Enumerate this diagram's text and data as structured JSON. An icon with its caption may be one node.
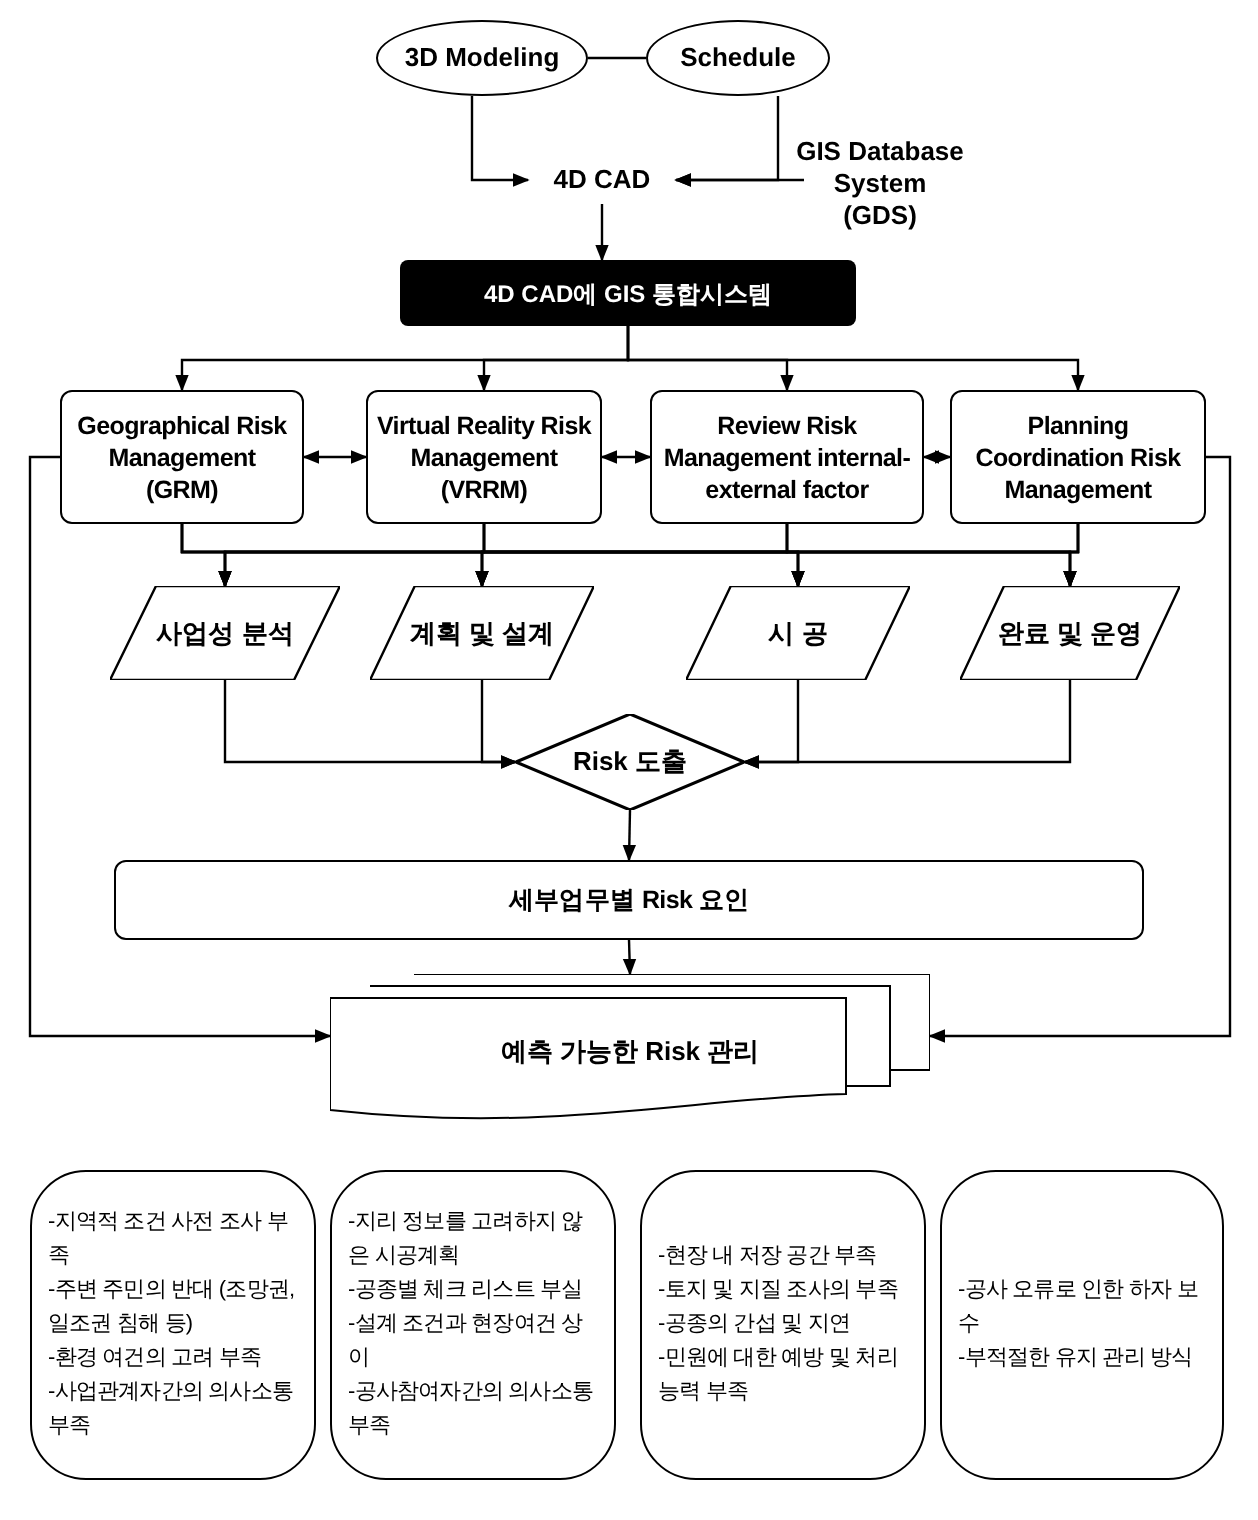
{
  "diagram": {
    "nodes": [
      {
        "text": [
          "3D Modeling"
        ]
      },
      {
        "text": [
          "Schedule"
        ]
      },
      {
        "text": [
          "4D CAD"
        ]
      },
      {
        "text": [
          "GIS Database System (GDS)"
        ]
      },
      {
        "text": [
          "4D CAD에 GIS 통합시스템"
        ]
      },
      {
        "text": [
          "Geographical Risk Management (GRM)"
        ]
      },
      {
        "text": [
          "Virtual Reality Risk Management (VRRM)"
        ]
      },
      {
        "text": [
          "Review Risk Management internal-external factor"
        ]
      },
      {
        "text": [
          "Planning Coordination Risk Management"
        ]
      },
      {
        "text": [
          "사업성 분석"
        ]
      },
      {
        "text": [
          "계획 및 설계"
        ]
      },
      {
        "text": [
          "시 공"
        ]
      },
      {
        "text": [
          "완료 및 운영"
        ]
      },
      {
        "text": [
          "Risk 도출"
        ]
      },
      {
        "text": [
          "세부업무별 Risk 요인"
        ]
      },
      {
        "text": [
          "예측 가능한 Risk 관리"
        ]
      },
      {
        "text": [
          "-지역적 조건 사전 조사 부족",
          "-주변 주민의 반대 (조망권,일조권 침해 등)",
          "-환경 여건의 고려 부족",
          "-사업관계자간의 의사소통 부족"
        ]
      },
      {
        "text": [
          "-지리 정보를 고려하지 않은 시공계획",
          "-공종별 체크 리스트 부실",
          "-설계 조건과 현장여건 상이",
          "-공사참여자간의 의사소통 부족"
        ]
      },
      {
        "text": [
          "-현장 내 저장 공간 부족",
          "-토지 및 지질 조사의 부족",
          "-공종의 간섭 및 지연",
          "-민원에 대한 예방 및 처리 능력 부족"
        ]
      },
      {
        "text": [
          "-공사 오류로 인한 하자 보수",
          "-부적절한 유지 관리 방식"
        ]
      }
    ],
    "edges": [
      {
        "from": 0,
        "to": 1,
        "arrow": "none"
      },
      {
        "from": 0,
        "to": 2,
        "arrow": "to"
      },
      {
        "from": 1,
        "to": 2,
        "arrow": "to"
      },
      {
        "from": 3,
        "to": 2,
        "arrow": "to"
      },
      {
        "from": 2,
        "to": 4,
        "arrow": "to"
      },
      {
        "from": 4,
        "to": 5,
        "arrow": "to"
      },
      {
        "from": 4,
        "to": 6,
        "arrow": "to"
      },
      {
        "from": 4,
        "to": 7,
        "arrow": "to"
      },
      {
        "from": 4,
        "to": 8,
        "arrow": "to"
      },
      {
        "from": 5,
        "to": 6,
        "arrow": "both"
      },
      {
        "from": 6,
        "to": 7,
        "arrow": "both"
      },
      {
        "from": 7,
        "to": 8,
        "arrow": "both"
      },
      {
        "from": 5,
        "to": 9,
        "arrow": "to"
      },
      {
        "from": 5,
        "to": 10,
        "arrow": "to"
      },
      {
        "from": 5,
        "to": 11,
        "arrow": "to"
      },
      {
        "from": 5,
        "to": 12,
        "arrow": "to"
      },
      {
        "from": 6,
        "to": 9,
        "arrow": "to"
      },
      {
        "from": 6,
        "to": 10,
        "arrow": "to"
      },
      {
        "from": 6,
        "to": 11,
        "arrow": "to"
      },
      {
        "from": 6,
        "to": 12,
        "arrow": "to"
      },
      {
        "from": 7,
        "to": 9,
        "arrow": "to"
      },
      {
        "from": 7,
        "to": 10,
        "arrow": "to"
      },
      {
        "from": 7,
        "to": 11,
        "arrow": "to"
      },
      {
        "from": 7,
        "to": 12,
        "arrow": "to"
      },
      {
        "from": 8,
        "to": 9,
        "arrow": "to"
      },
      {
        "from": 8,
        "to": 10,
        "arrow": "to"
      },
      {
        "from": 8,
        "to": 11,
        "arrow": "to"
      },
      {
        "from": 8,
        "to": 12,
        "arrow": "to"
      },
      {
        "from": 9,
        "to": 13,
        "arrow": "to"
      },
      {
        "from": 10,
        "to": 13,
        "arrow": "to"
      },
      {
        "from": 11,
        "to": 13,
        "arrow": "to"
      },
      {
        "from": 12,
        "to": 13,
        "arrow": "to"
      },
      {
        "from": 13,
        "to": 14,
        "arrow": "to"
      },
      {
        "from": 14,
        "to": 15,
        "arrow": "to"
      },
      {
        "from": 5,
        "to": 15,
        "arrow": "to"
      },
      {
        "from": 8,
        "to": 15,
        "arrow": "to"
      }
    ]
  }
}
